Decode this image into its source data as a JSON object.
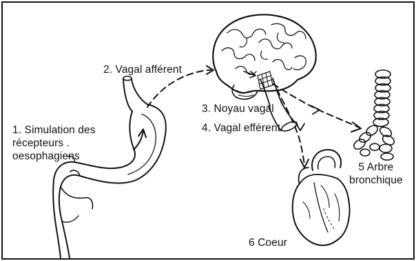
{
  "labels": {
    "step1": [
      "1. Simulation des",
      "récepteurs .",
      "oesophagiens"
    ],
    "step2": "2. Vagal afférent",
    "step3": "3. Noyau vagal",
    "step4": "4. Vagal efférent",
    "step5": [
      "5  Arbre",
      "bronchique"
    ],
    "step6": "6  Coeur"
  },
  "colors": {
    "ink": "#111111",
    "background": "#ffffff"
  }
}
